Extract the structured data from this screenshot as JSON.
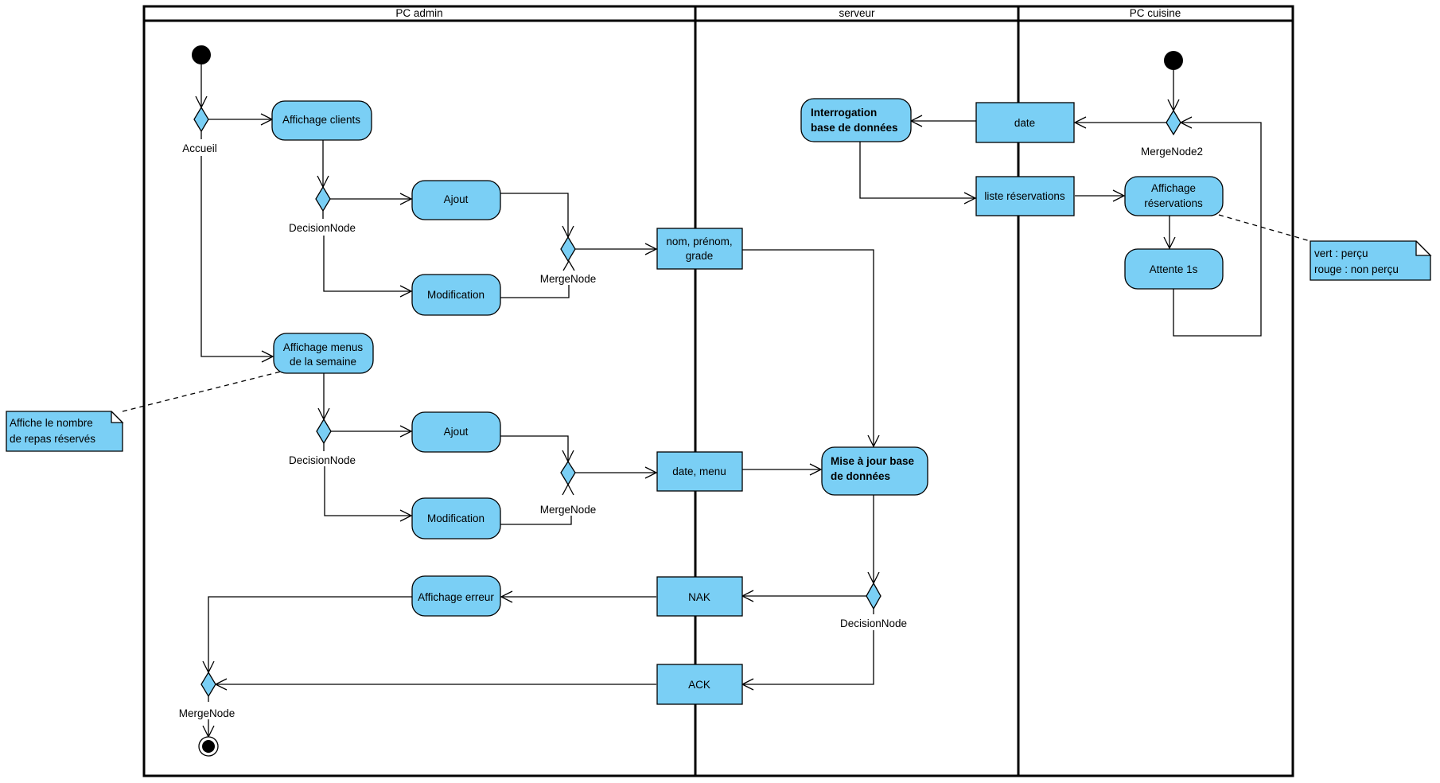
{
  "diagram": {
    "type": "UML activity diagram",
    "swimlanes": [
      {
        "id": "admin",
        "title": "PC admin"
      },
      {
        "id": "server",
        "title": "serveur"
      },
      {
        "id": "kitchen",
        "title": "PC cuisine"
      }
    ],
    "actions": {
      "affichage_clients": {
        "lines": [
          "Affichage clients"
        ],
        "bold": false
      },
      "ajout1": {
        "lines": [
          "Ajout"
        ],
        "bold": false
      },
      "modification1": {
        "lines": [
          "Modification"
        ],
        "bold": false
      },
      "affichage_menus": {
        "lines": [
          "Affichage menus",
          "de la semaine"
        ],
        "bold": false
      },
      "ajout2": {
        "lines": [
          "Ajout"
        ],
        "bold": false
      },
      "modification2": {
        "lines": [
          "Modification"
        ],
        "bold": false
      },
      "affichage_erreur": {
        "lines": [
          "Affichage erreur"
        ],
        "bold": false
      },
      "interrogation": {
        "lines": [
          "Interrogation",
          "base de données"
        ],
        "bold": true
      },
      "mise_a_jour": {
        "lines": [
          "Mise à jour base",
          "de données"
        ],
        "bold": true
      },
      "affichage_reservations": {
        "lines": [
          "Affichage",
          "réservations"
        ],
        "bold": false
      },
      "attente": {
        "lines": [
          "Attente 1s"
        ],
        "bold": false
      }
    },
    "objects": {
      "nom_prenom_grade": {
        "lines": [
          "nom, prénom,",
          "grade"
        ]
      },
      "date_menu": {
        "lines": [
          "date, menu"
        ]
      },
      "nak": {
        "lines": [
          "NAK"
        ]
      },
      "ack": {
        "lines": [
          "ACK"
        ]
      },
      "date": {
        "lines": [
          "date"
        ]
      },
      "liste_reservations": {
        "lines": [
          "liste réservations"
        ]
      }
    },
    "control_nodes": {
      "accueil": {
        "kind": "decision",
        "label": "Accueil"
      },
      "decision1": {
        "kind": "decision",
        "label": "DecisionNode"
      },
      "merge1": {
        "kind": "merge",
        "label": "MergeNode"
      },
      "decision2": {
        "kind": "decision",
        "label": "DecisionNode"
      },
      "merge2": {
        "kind": "merge",
        "label": "MergeNode"
      },
      "decision3": {
        "kind": "decision",
        "label": "DecisionNode"
      },
      "merge_final": {
        "kind": "merge",
        "label": "MergeNode"
      },
      "merge_kitchen": {
        "kind": "merge",
        "label": "MergeNode2"
      },
      "initial_admin": {
        "kind": "initial",
        "label": ""
      },
      "initial_kitchen": {
        "kind": "initial",
        "label": ""
      },
      "final_admin": {
        "kind": "final",
        "label": ""
      }
    },
    "notes": {
      "note_menus": {
        "lines": [
          "Affiche le nombre",
          "de repas réservés"
        ],
        "attached_to": "affichage_menus"
      },
      "note_reservations": {
        "lines": [
          "vert : perçu",
          "rouge : non perçu"
        ],
        "attached_to": "affichage_reservations"
      }
    },
    "flows": [
      [
        "initial_admin",
        "accueil"
      ],
      [
        "accueil",
        "affichage_clients"
      ],
      [
        "accueil",
        "affichage_menus"
      ],
      [
        "affichage_clients",
        "decision1"
      ],
      [
        "decision1",
        "ajout1"
      ],
      [
        "decision1",
        "modification1"
      ],
      [
        "ajout1",
        "merge1"
      ],
      [
        "modification1",
        "merge1"
      ],
      [
        "merge1",
        "nom_prenom_grade"
      ],
      [
        "nom_prenom_grade",
        "mise_a_jour"
      ],
      [
        "affichage_menus",
        "decision2"
      ],
      [
        "decision2",
        "ajout2"
      ],
      [
        "decision2",
        "modification2"
      ],
      [
        "ajout2",
        "merge2"
      ],
      [
        "modification2",
        "merge2"
      ],
      [
        "merge2",
        "date_menu"
      ],
      [
        "date_menu",
        "mise_a_jour"
      ],
      [
        "mise_a_jour",
        "decision3"
      ],
      [
        "decision3",
        "nak"
      ],
      [
        "decision3",
        "ack"
      ],
      [
        "nak",
        "affichage_erreur"
      ],
      [
        "affichage_erreur",
        "merge_final"
      ],
      [
        "ack",
        "merge_final"
      ],
      [
        "merge_final",
        "final_admin"
      ],
      [
        "initial_kitchen",
        "merge_kitchen"
      ],
      [
        "merge_kitchen",
        "date"
      ],
      [
        "date",
        "interrogation"
      ],
      [
        "interrogation",
        "liste_reservations"
      ],
      [
        "liste_reservations",
        "affichage_reservations"
      ],
      [
        "affichage_reservations",
        "attente"
      ],
      [
        "attente",
        "merge_kitchen"
      ]
    ],
    "colors": {
      "fill": "#7acff5",
      "stroke": "#000000",
      "background": "#ffffff"
    }
  }
}
